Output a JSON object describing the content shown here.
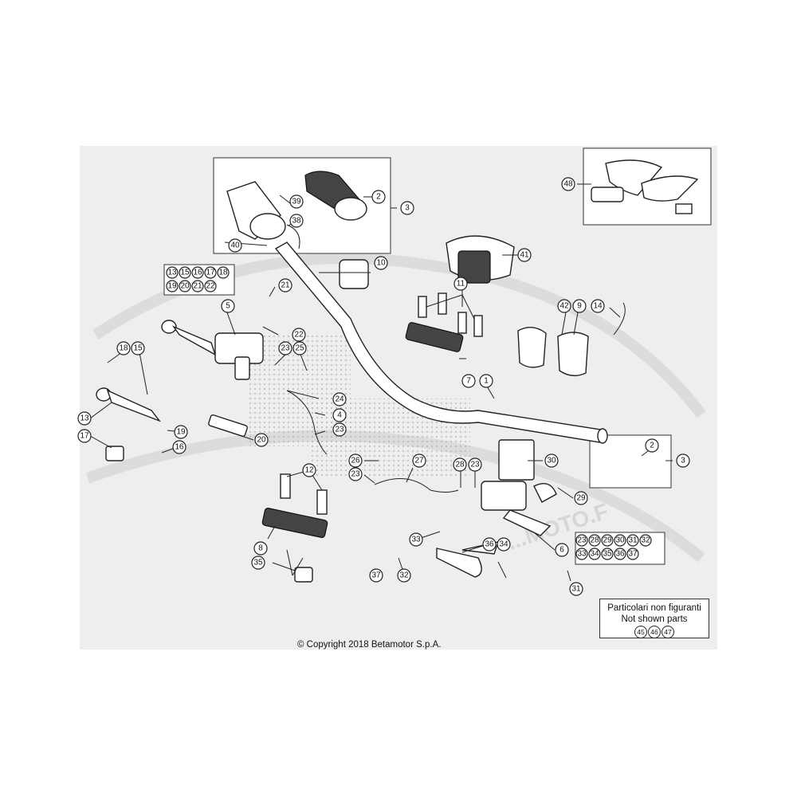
{
  "copyright": "© Copyright 2018 Betamotor S.p.A.",
  "watermark": "...MOTO.F",
  "note": {
    "line1": "Particolari non figuranti",
    "line2": "Not shown parts",
    "numbers": [
      "45",
      "46",
      "47"
    ]
  },
  "group_left": [
    "13",
    "15",
    "16",
    "17",
    "18",
    "19",
    "20",
    "21",
    "22"
  ],
  "group_right": [
    "23",
    "28",
    "29",
    "30",
    "31",
    "32",
    "33",
    "34",
    "35",
    "36",
    "37"
  ],
  "callouts": {
    "c1": "1",
    "c2a": "2",
    "c2b": "2",
    "c3a": "3",
    "c3b": "3",
    "c4": "4",
    "c5": "5",
    "c6": "6",
    "c7": "7",
    "c8": "8",
    "c9": "9",
    "c10": "10",
    "c11": "11",
    "c12": "12",
    "c13": "13",
    "c14": "14",
    "c15": "15",
    "c16": "16",
    "c17": "17",
    "c18": "18",
    "c19": "19",
    "c20": "20",
    "c21": "21",
    "c22": "22",
    "c23a": "23",
    "c23b": "23",
    "c23c": "23",
    "c23d": "23",
    "c24": "24",
    "c25": "25",
    "c26": "26",
    "c27": "27",
    "c28": "28",
    "c29": "29",
    "c30": "30",
    "c31": "31",
    "c32": "32",
    "c33": "33",
    "c34": "34",
    "c35": "35",
    "c36": "36",
    "c37": "37",
    "c38": "38",
    "c39": "39",
    "c40": "40",
    "c41": "41",
    "c42": "42",
    "c48": "48"
  }
}
